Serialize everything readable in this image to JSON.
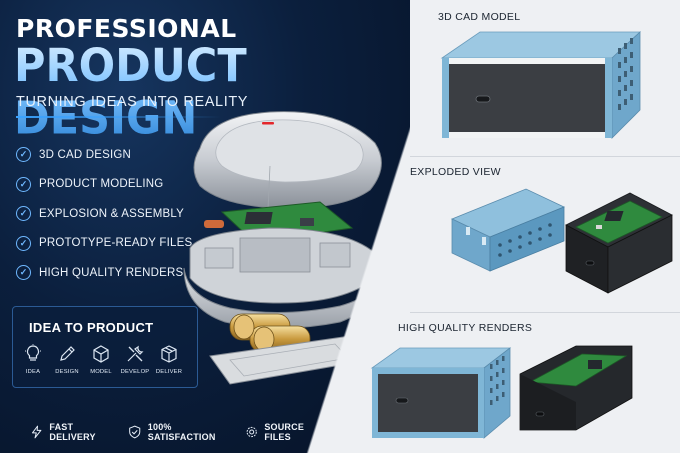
{
  "headline": {
    "line1": "PROFESSIONAL",
    "line2": "PRODUCT DESIGN",
    "tagline": "TURNING IDEAS INTO REALITY"
  },
  "features": [
    {
      "label": "3D CAD DESIGN",
      "icon": "check-circle-icon"
    },
    {
      "label": "PRODUCT MODELING",
      "icon": "check-circle-icon"
    },
    {
      "label": "EXPLOSION & ASSEMBLY",
      "icon": "check-circle-icon"
    },
    {
      "label": "PROTOTYPE-READY FILES",
      "icon": "check-circle-icon"
    },
    {
      "label": "HIGH QUALITY RENDERS",
      "icon": "check-circle-icon"
    }
  ],
  "process": {
    "title": "IDEA TO PRODUCT",
    "steps": [
      {
        "label": "IDEA",
        "icon": "lightbulb-icon"
      },
      {
        "label": "DESIGN",
        "icon": "pencil-icon"
      },
      {
        "label": "MODEL",
        "icon": "cube-icon"
      },
      {
        "label": "DEVELOP",
        "icon": "tools-icon"
      },
      {
        "label": "DELIVER",
        "icon": "box-icon"
      }
    ]
  },
  "badges": [
    {
      "label": "FAST DELIVERY",
      "icon": "lightning-icon"
    },
    {
      "label": "100% SATISFACTION",
      "icon": "shield-check-icon"
    },
    {
      "label": "SOURCE FILES",
      "icon": "gear-icon"
    }
  ],
  "showcase": [
    {
      "label": "3D CAD MODEL"
    },
    {
      "label": "EXPLODED VIEW"
    },
    {
      "label": "HIGH QUALITY RENDERS"
    }
  ],
  "colors": {
    "background_dark": "#0b1f3d",
    "accent_blue": "#6fb8ff",
    "enclosure_blue": "#7fb6d6",
    "pcb_green": "#2f8a3e",
    "panel_light": "#eef0f3"
  }
}
